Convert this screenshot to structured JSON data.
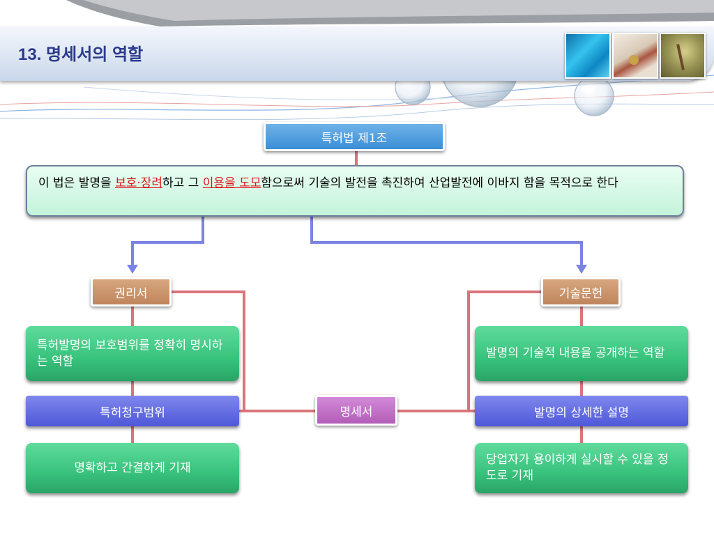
{
  "header": {
    "title": "13. 명세서의 역할",
    "thumbnails": [
      {
        "name": "blue-fabric-image",
        "color": "#1e9fd6"
      },
      {
        "name": "certificate-seal-image",
        "color": "#c9b9a8"
      },
      {
        "name": "plant-sprout-image",
        "color": "#a4a062"
      }
    ]
  },
  "colors": {
    "title": "#2b3a8c",
    "connector_red": "#d9757a",
    "connector_blue": "#7b83e3",
    "highlight": "#e0151a"
  },
  "law": {
    "label": "특허법 제1조",
    "purpose": {
      "part1": "이 법은 발명을 ",
      "highlight1": "보호·장려",
      "part2": "하고 그 ",
      "highlight2": "이용을 도모",
      "part3": "함으로써 기술의 발전을 촉진하여 산업발전에 이바지 함을 목적으로 한다"
    }
  },
  "left": {
    "category": "권리서",
    "role": "특허발명의 보호범위를 정확히 명시하는 역할",
    "section": "특허청구범위",
    "requirement": "명확하고 간결하게 기재"
  },
  "center": {
    "label": "명세서"
  },
  "right": {
    "category": "기술문헌",
    "role": "발명의 기술적 내용을 공개하는 역할",
    "section": "발명의 상세한 설명",
    "requirement": "당업자가 용이하게 실시할 수 있을 정도로 기재"
  }
}
